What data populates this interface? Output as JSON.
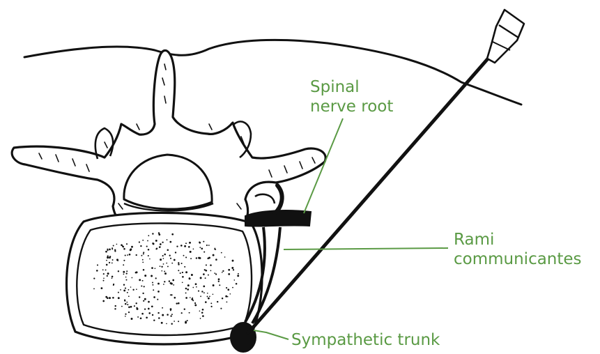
{
  "labels": {
    "spinal_nerve_root_line1": "Spinal",
    "spinal_nerve_root_line2": "nerve root",
    "rami_communicantes_line1": "Rami",
    "rami_communicantes_line2": "communicantes",
    "sympathetic_trunk": "Sympathetic trunk"
  },
  "colors": {
    "label_green": "#5a9a44",
    "ink": "#111111",
    "background": "#ffffff"
  }
}
